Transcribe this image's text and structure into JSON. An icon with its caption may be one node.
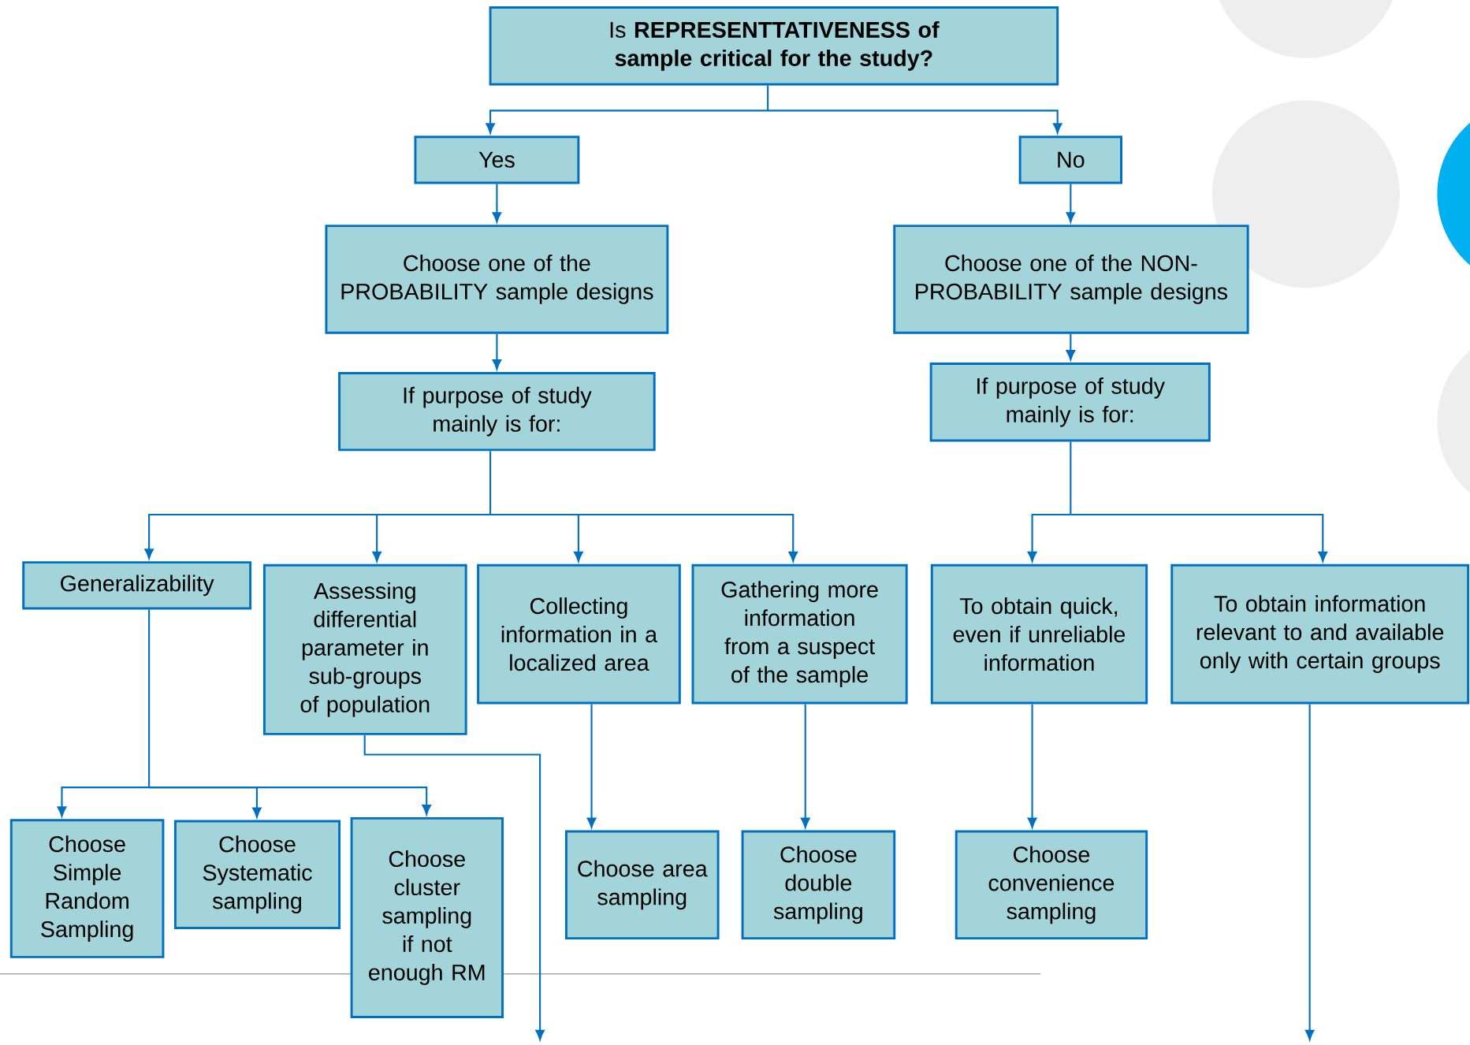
{
  "diagram": {
    "nodes": [
      {
        "text": [
          "Is **REPRESENTTATIVENESS of sample critical for the study?**"
        ]
      },
      {
        "text": [
          "Yes"
        ]
      },
      {
        "text": [
          "No"
        ]
      },
      {
        "text": [
          "Choose one of the PROBABILITY sample designs"
        ]
      },
      {
        "text": [
          "Choose one of the NON-PROBABILITY sample designs"
        ]
      },
      {
        "text": [
          "If purpose of study mainly is for:"
        ]
      },
      {
        "text": [
          "If purpose of study mainly is for:"
        ]
      },
      {
        "text": [
          "Generalizability"
        ]
      },
      {
        "text": [
          "Assessing differential parameter in sub-groups of population"
        ]
      },
      {
        "text": [
          "Collecting information in a localized area"
        ]
      },
      {
        "text": [
          "Gathering more information from a suspect of the sample"
        ]
      },
      {
        "text": [
          "To obtain quick, even if unreliable information"
        ]
      },
      {
        "text": [
          "To obtain information relevant to and available only with certain groups"
        ]
      },
      {
        "text": [
          "Choose Simple Random Sampling"
        ]
      },
      {
        "text": [
          "Choose Systematic sampling"
        ]
      },
      {
        "text": [
          "Choose cluster sampling if not enough RM"
        ]
      },
      {
        "text": [
          "Choose area sampling"
        ]
      },
      {
        "text": [
          "Choose double sampling"
        ]
      },
      {
        "text": [
          "Choose convenience sampling"
        ]
      }
    ],
    "edges": [
      {
        "from": 0,
        "to": 1,
        "arrow": "to"
      },
      {
        "from": 0,
        "to": 2,
        "arrow": "to"
      },
      {
        "from": 1,
        "to": 3,
        "arrow": "to"
      },
      {
        "from": 2,
        "to": 4,
        "arrow": "to"
      },
      {
        "from": 3,
        "to": 5,
        "arrow": "to"
      },
      {
        "from": 4,
        "to": 6,
        "arrow": "to"
      },
      {
        "from": 5,
        "to": 7,
        "arrow": "to"
      },
      {
        "from": 5,
        "to": 8,
        "arrow": "to"
      },
      {
        "from": 5,
        "to": 9,
        "arrow": "to"
      },
      {
        "from": 5,
        "to": 10,
        "arrow": "to"
      },
      {
        "from": 6,
        "to": 11,
        "arrow": "to"
      },
      {
        "from": 6,
        "to": 12,
        "arrow": "to"
      },
      {
        "from": 7,
        "to": 13,
        "arrow": "to"
      },
      {
        "from": 7,
        "to": 14,
        "arrow": "to"
      },
      {
        "from": 7,
        "to": 15,
        "arrow": "to"
      },
      {
        "from": 8,
        "to": null,
        "arrow": "to"
      },
      {
        "from": 9,
        "to": 16,
        "arrow": "to"
      },
      {
        "from": 10,
        "to": 17,
        "arrow": "to"
      },
      {
        "from": 11,
        "to": 18,
        "arrow": "to"
      },
      {
        "from": 12,
        "to": null,
        "arrow": "to"
      }
    ]
  }
}
